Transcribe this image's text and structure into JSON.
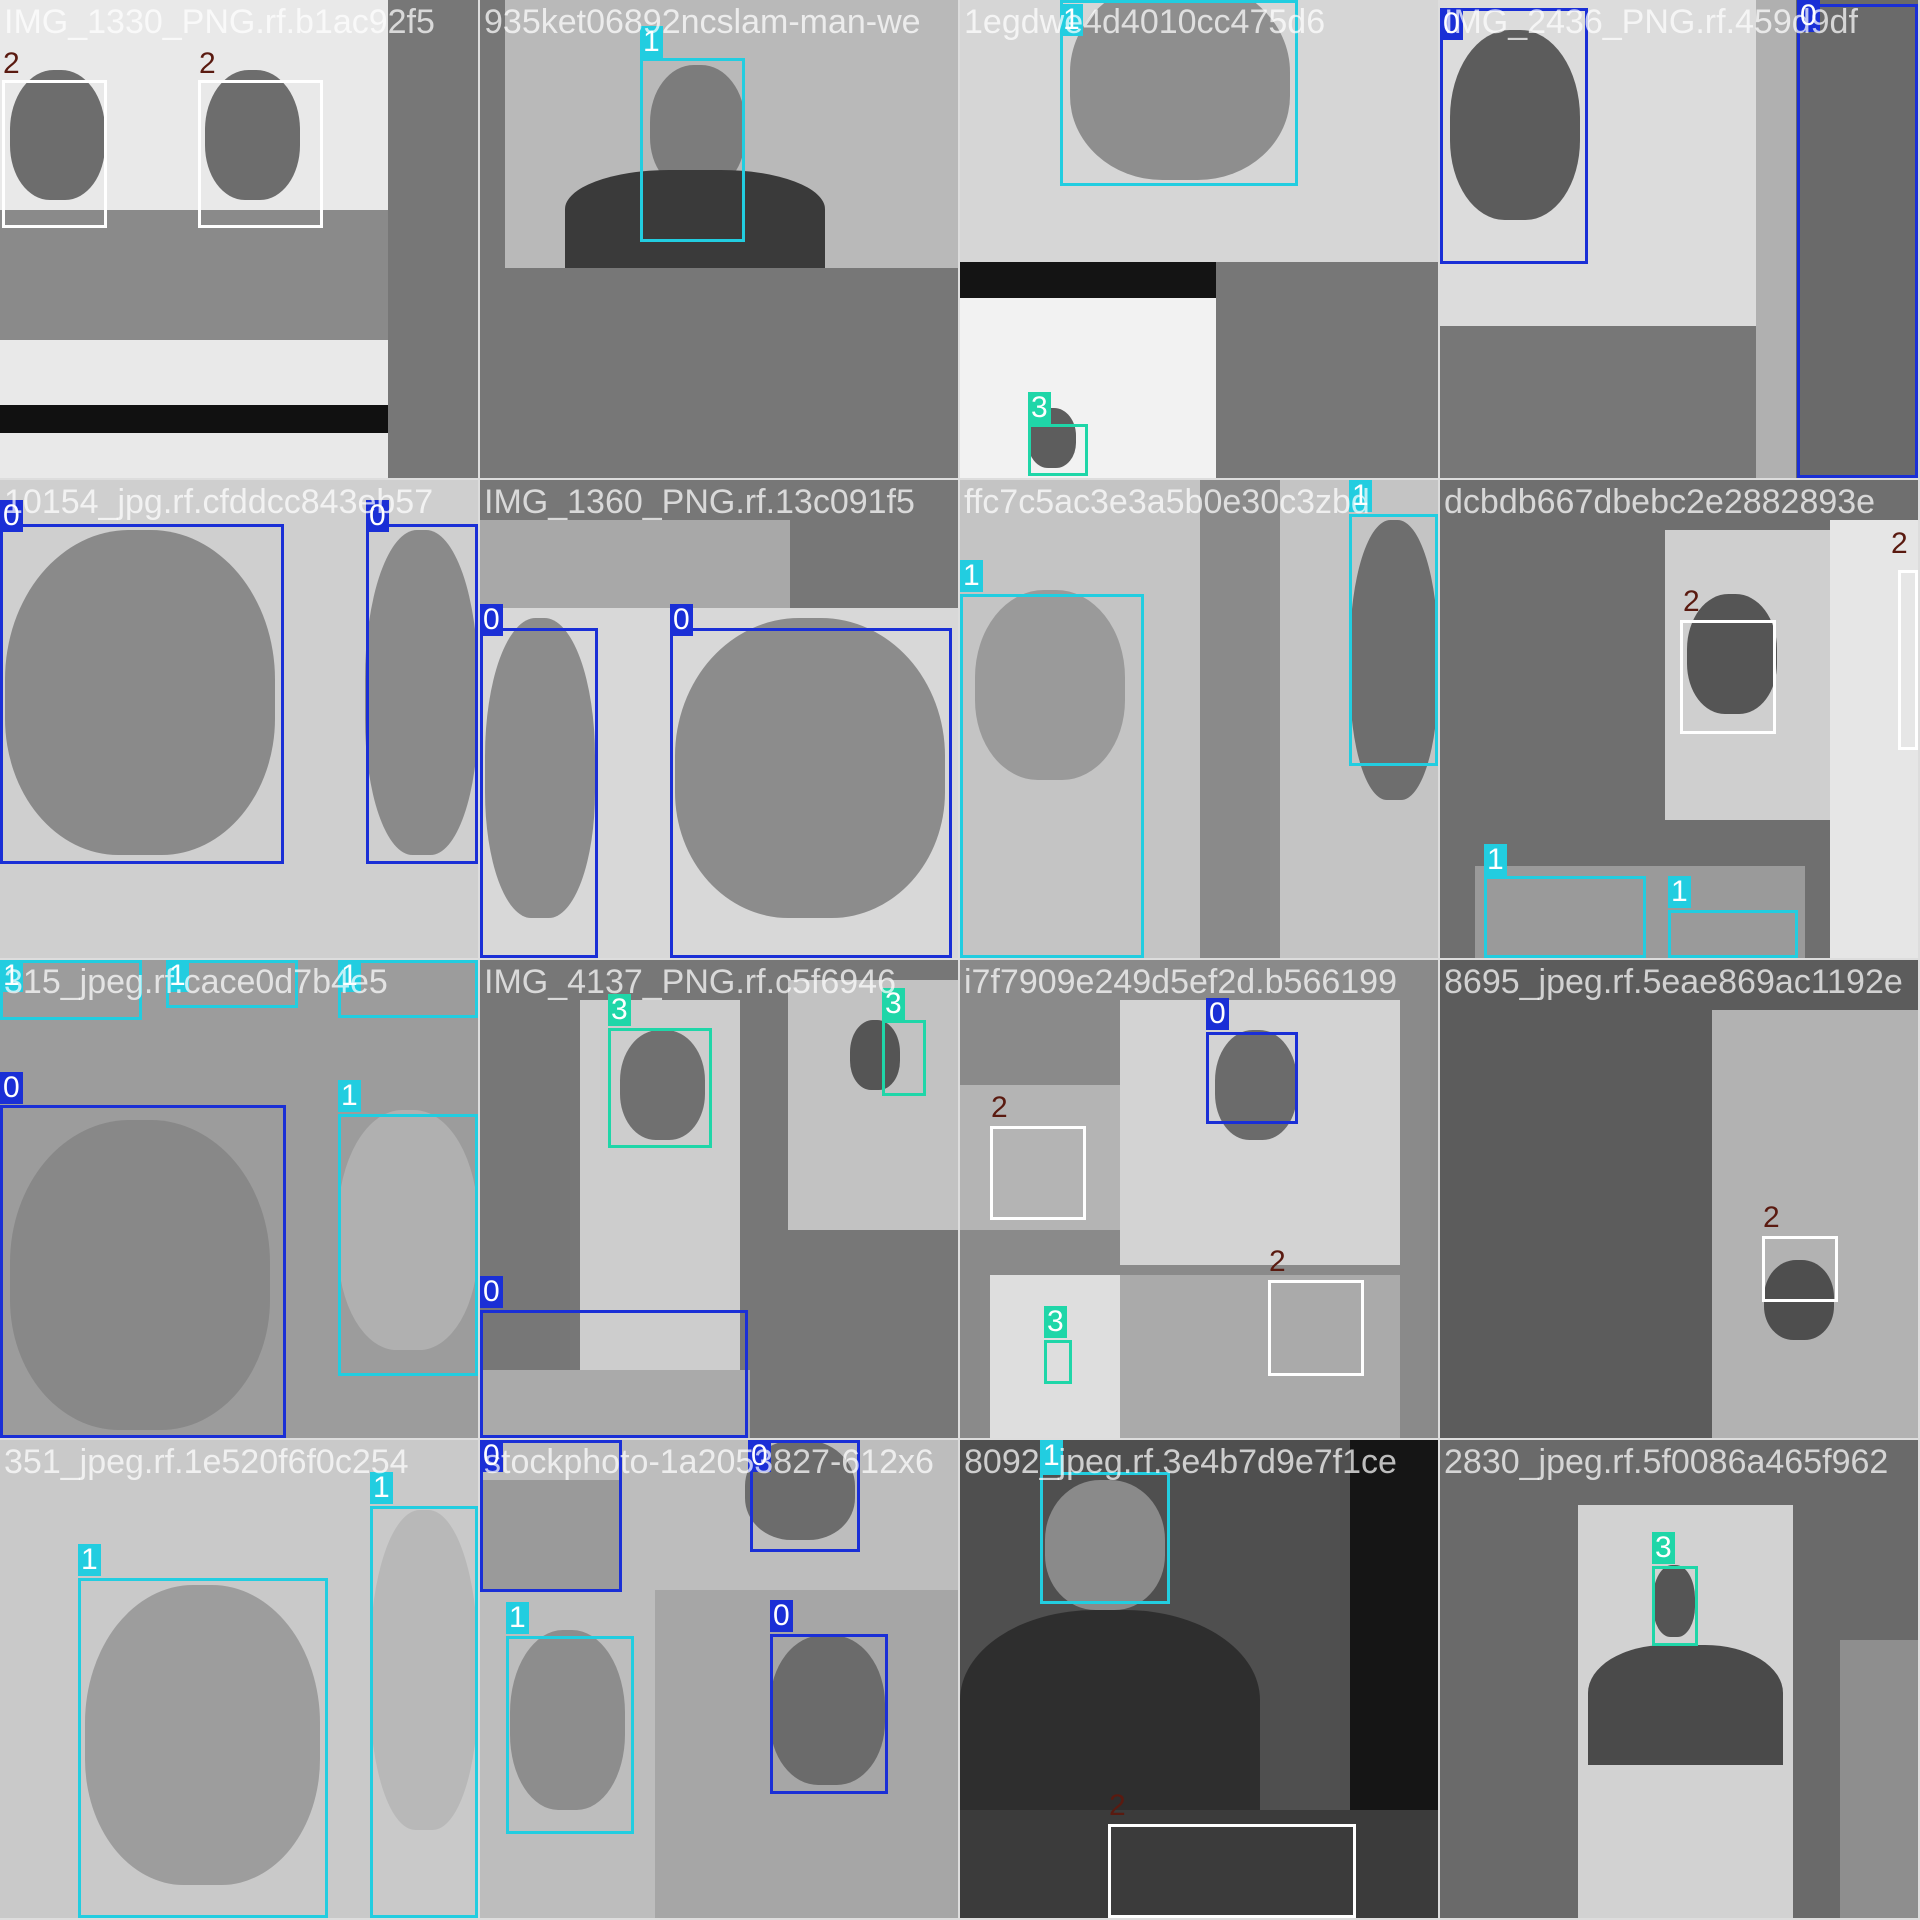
{
  "class_colors": {
    "0": "#1a2fd6",
    "1": "#22cde0",
    "2": "#ffffff",
    "3": "#1fd6a8"
  },
  "tag_text_colors": {
    "0": "#ffffff",
    "1": "#ffffff",
    "2": "#5a1a10",
    "3": "#ffffff"
  },
  "tiles": [
    {
      "title": "IMG_1330_PNG.rf.b1ac92f5"
    },
    {
      "title": "935ket06892ncslam-man-we"
    },
    {
      "title": "1egdwe4d4010cc475d6"
    },
    {
      "title": "IMG_2436_PNG.rf.459d9df"
    },
    {
      "title": "10154_jpg.rf.cfddcc843eb57"
    },
    {
      "title": "IMG_1360_PNG.rf.13c091f5"
    },
    {
      "title": "ffc7c5ac3e3a5b0e30c3zbd"
    },
    {
      "title": "dcbdb667dbebc2e2882893e"
    },
    {
      "title": "315_jpeg.rf.cace0d7b4e5"
    },
    {
      "title": "IMG_4137_PNG.rf.c5f6946"
    },
    {
      "title": "i7f7909e249d5ef2d.b566199"
    },
    {
      "title": "8695_jpeg.rf.5eae869ac1192e"
    },
    {
      "title": "351_jpeg.rf.1e520f6f0c254"
    },
    {
      "title": "stockphoto-1a2053827-612x6"
    },
    {
      "title": "8092_jpeg.rf.3e4b7d9e7f1ce"
    },
    {
      "title": "2830_jpeg.rf.5f0086a465f962"
    }
  ],
  "labels": {
    "t0": [
      "2",
      "2"
    ],
    "t1": [
      "1"
    ],
    "t2": [
      "1",
      "3"
    ],
    "t3": [
      "0",
      "0"
    ],
    "t4": [
      "0",
      "0"
    ],
    "t5": [
      "0",
      "0"
    ],
    "t6": [
      "1",
      "1"
    ],
    "t7": [
      "2",
      "2",
      "1",
      "1"
    ],
    "t8": [
      "1",
      "1",
      "1",
      "0",
      "1"
    ],
    "t9": [
      "3",
      "3",
      "0"
    ],
    "t10": [
      "0",
      "2",
      "3",
      "2"
    ],
    "t11": [
      "2"
    ],
    "t12": [
      "1",
      "1"
    ],
    "t13": [
      "0",
      "0",
      "1",
      "0"
    ],
    "t14": [
      "1",
      "2"
    ],
    "t15": [
      "3"
    ]
  }
}
